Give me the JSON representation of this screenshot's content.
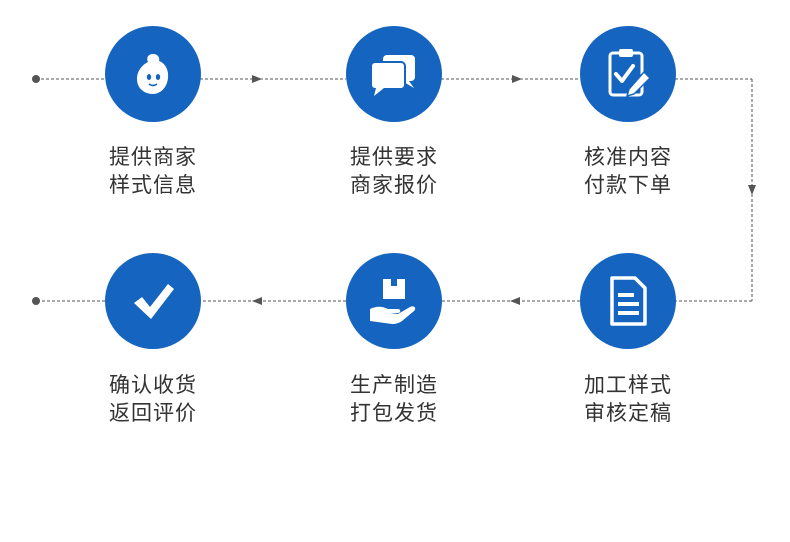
{
  "colors": {
    "accent": "#1565c0",
    "line": "#555555",
    "text": "#333333"
  },
  "steps": [
    {
      "icon": "qq-penguin-icon",
      "line1": "提供商家",
      "line2": "样式信息"
    },
    {
      "icon": "chat-bubbles-icon",
      "line1": "提供要求",
      "line2": "商家报价"
    },
    {
      "icon": "clipboard-check-icon",
      "line1": "核准内容",
      "line2": "付款下单"
    },
    {
      "icon": "document-icon",
      "line1": "加工样式",
      "line2": "审核定稿"
    },
    {
      "icon": "package-hand-icon",
      "line1": "生产制造",
      "line2": "打包发货"
    },
    {
      "icon": "checkmark-icon",
      "line1": "确认收货",
      "line2": "返回评价"
    }
  ]
}
